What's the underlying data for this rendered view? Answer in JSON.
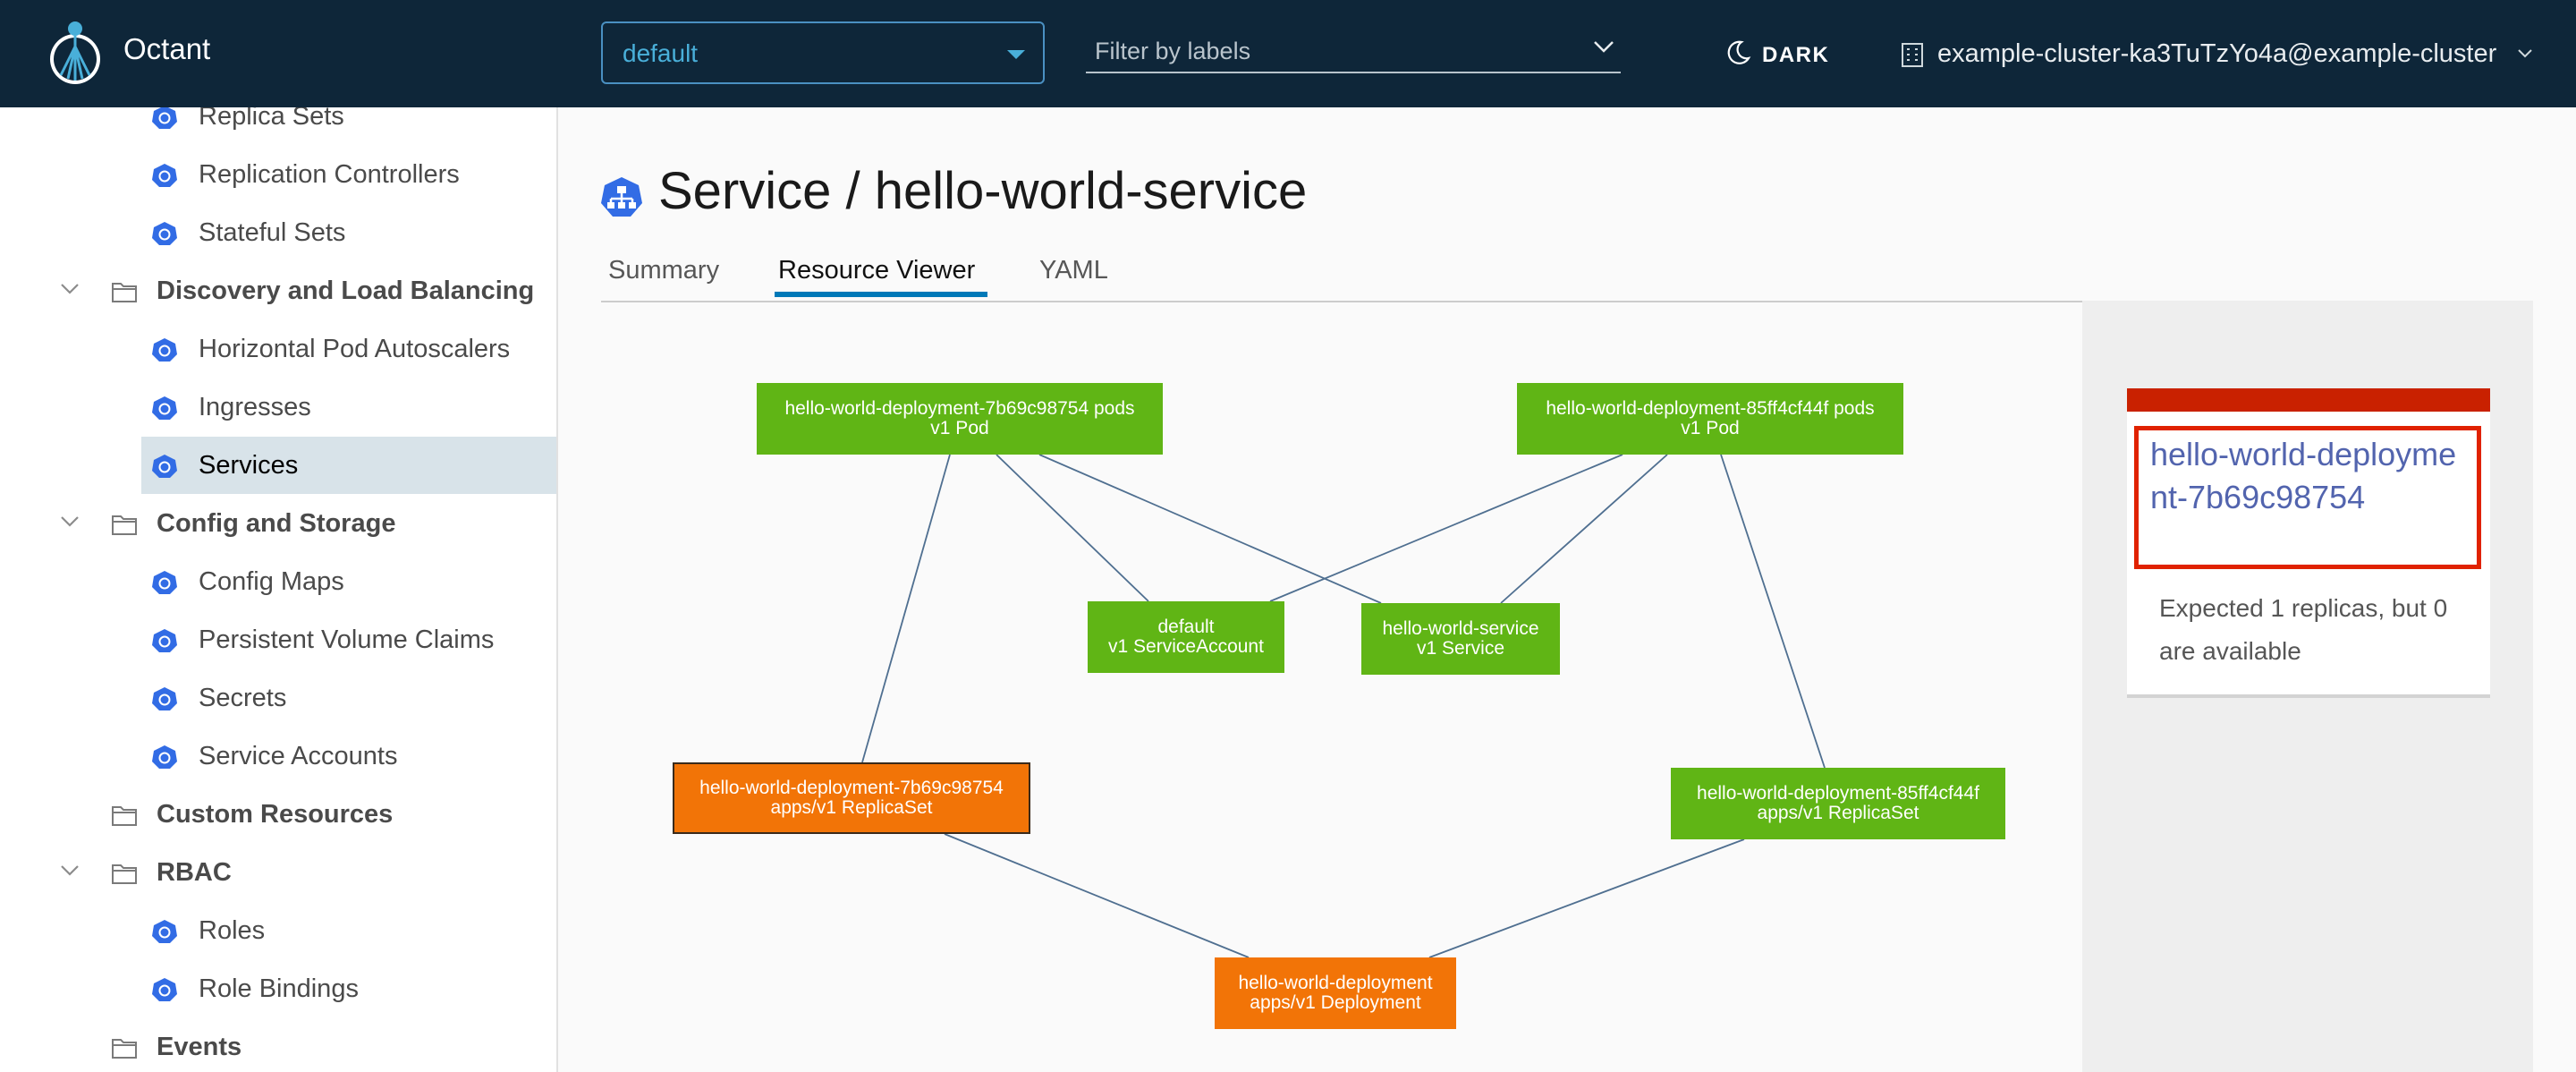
{
  "header": {
    "app_title": "Octant",
    "namespace": "default",
    "label_filter_placeholder": "Filter by labels",
    "theme_toggle": "DARK",
    "context": "example-cluster-ka3TuTzYo4a@example-cluster"
  },
  "sidebar": {
    "items": [
      {
        "label": "Replica Sets",
        "icon": "replica-sets-icon"
      },
      {
        "label": "Replication Controllers",
        "icon": "replication-controllers-icon"
      },
      {
        "label": "Stateful Sets",
        "icon": "stateful-sets-icon"
      },
      {
        "label": "Discovery and Load Balancing",
        "group": true,
        "expanded": true
      },
      {
        "label": "Horizontal Pod Autoscalers",
        "icon": "hpa-icon"
      },
      {
        "label": "Ingresses",
        "icon": "ingress-icon"
      },
      {
        "label": "Services",
        "icon": "service-icon",
        "active": true
      },
      {
        "label": "Config and Storage",
        "group": true,
        "expanded": true
      },
      {
        "label": "Config Maps",
        "icon": "config-map-icon"
      },
      {
        "label": "Persistent Volume Claims",
        "icon": "pvc-icon"
      },
      {
        "label": "Secrets",
        "icon": "secret-icon"
      },
      {
        "label": "Service Accounts",
        "icon": "service-account-icon"
      },
      {
        "label": "Custom Resources",
        "group": true,
        "expanded": false
      },
      {
        "label": "RBAC",
        "group": true,
        "expanded": true
      },
      {
        "label": "Roles",
        "icon": "role-icon"
      },
      {
        "label": "Role Bindings",
        "icon": "role-binding-icon"
      },
      {
        "label": "Events",
        "group": true,
        "expanded": false
      }
    ]
  },
  "page": {
    "title": "Service / hello-world-service",
    "tabs": [
      "Summary",
      "Resource Viewer",
      "YAML"
    ],
    "active_tab": "Resource Viewer"
  },
  "graph": {
    "nodes": [
      {
        "id": "pods-7b",
        "line1": "hello-world-deployment-7b69c98754 pods",
        "line2": "v1 Pod",
        "status": "ok"
      },
      {
        "id": "pods-85",
        "line1": "hello-world-deployment-85ff4cf44f pods",
        "line2": "v1 Pod",
        "status": "ok"
      },
      {
        "id": "sa",
        "line1": "default",
        "line2": "v1 ServiceAccount",
        "status": "ok"
      },
      {
        "id": "svc",
        "line1": "hello-world-service",
        "line2": "v1 Service",
        "status": "ok"
      },
      {
        "id": "rs-7b",
        "line1": "hello-world-deployment-7b69c98754",
        "line2": "apps/v1 ReplicaSet",
        "status": "warning",
        "selected": true
      },
      {
        "id": "rs-85",
        "line1": "hello-world-deployment-85ff4cf44f",
        "line2": "apps/v1 ReplicaSet",
        "status": "ok"
      },
      {
        "id": "deploy",
        "line1": "hello-world-deployment",
        "line2": "apps/v1 Deployment",
        "status": "warning"
      }
    ],
    "edges": [
      [
        "pods-7b",
        "sa"
      ],
      [
        "pods-7b",
        "svc"
      ],
      [
        "pods-7b",
        "rs-7b"
      ],
      [
        "pods-85",
        "sa"
      ],
      [
        "pods-85",
        "svc"
      ],
      [
        "pods-85",
        "rs-85"
      ],
      [
        "rs-7b",
        "deploy"
      ],
      [
        "rs-85",
        "deploy"
      ]
    ]
  },
  "detail": {
    "title": "hello-world-deployment-7b69c98754",
    "message": "Expected 1 replicas, but 0 are available"
  },
  "colors": {
    "header_bg": "#0e2639",
    "accent": "#0079b8",
    "ok": "#60b515",
    "warning": "#f27407",
    "error": "#c92100"
  }
}
